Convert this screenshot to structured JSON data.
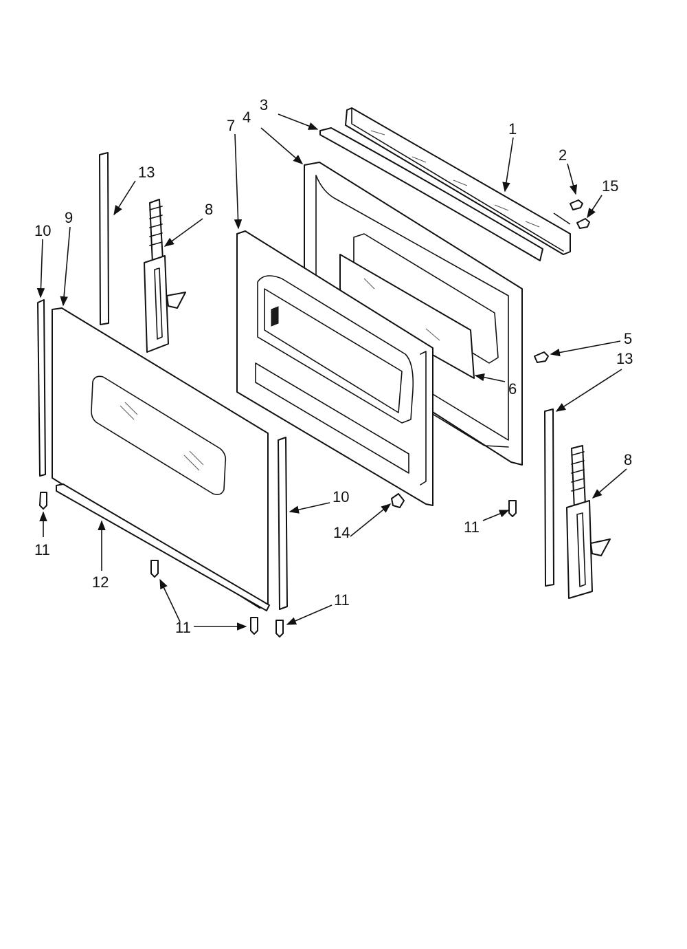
{
  "callouts": {
    "c1": "1",
    "c2": "2",
    "c3": "3",
    "c4": "4",
    "c5": "5",
    "c6": "6",
    "c7": "7",
    "c8a": "8",
    "c8b": "8",
    "c9": "9",
    "c10a": "10",
    "c10b": "10",
    "c11a": "11",
    "c11b": "11",
    "c11c": "11",
    "c11d": "11",
    "c12": "12",
    "c13a": "13",
    "c13b": "13",
    "c14": "14",
    "c15": "15"
  }
}
